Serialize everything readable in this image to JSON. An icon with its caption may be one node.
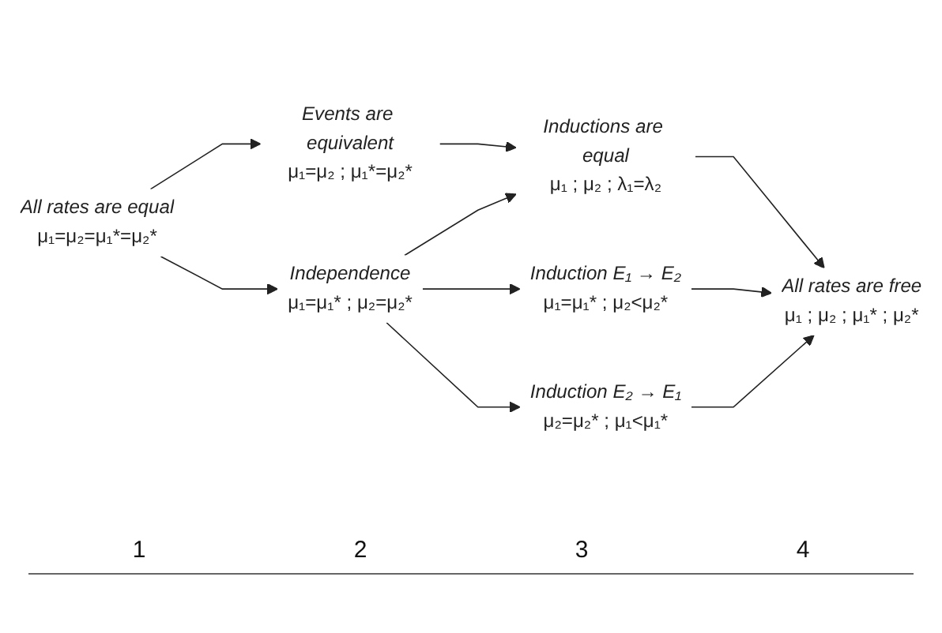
{
  "diagram": {
    "nodes": [
      {
        "text": [
          "All rates are equal",
          "μ₁=μ₂=μ₁*=μ₂*"
        ]
      },
      {
        "text": [
          "Events are equivalent",
          "μ₁=μ₂ ; μ₁*=μ₂*"
        ]
      },
      {
        "text": [
          "Independence",
          "μ₁=μ₁* ; μ₂=μ₂*"
        ]
      },
      {
        "text": [
          "Inductions are equal",
          "μ₁ ; μ₂ ; λ₁=λ₂"
        ]
      },
      {
        "text": [
          "Induction E₁ → E₂",
          "μ₁=μ₁* ; μ₂<μ₂*"
        ]
      },
      {
        "text": [
          "Induction E₂ → E₁",
          "μ₂=μ₂* ; μ₁<μ₁*"
        ]
      },
      {
        "text": [
          "All rates are free",
          "μ₁ ; μ₂ ; μ₁* ; μ₂*"
        ]
      }
    ],
    "edges": [
      {
        "from": 0,
        "to": 1,
        "arrow": "to"
      },
      {
        "from": 0,
        "to": 2,
        "arrow": "to"
      },
      {
        "from": 1,
        "to": 3,
        "arrow": "to"
      },
      {
        "from": 2,
        "to": 3,
        "arrow": "to"
      },
      {
        "from": 2,
        "to": 4,
        "arrow": "to"
      },
      {
        "from": 2,
        "to": 5,
        "arrow": "to"
      },
      {
        "from": 3,
        "to": 6,
        "arrow": "to"
      },
      {
        "from": 4,
        "to": 6,
        "arrow": "to"
      },
      {
        "from": 5,
        "to": 6,
        "arrow": "to"
      }
    ],
    "labels": [
      "1",
      "2",
      "3",
      "4"
    ]
  }
}
